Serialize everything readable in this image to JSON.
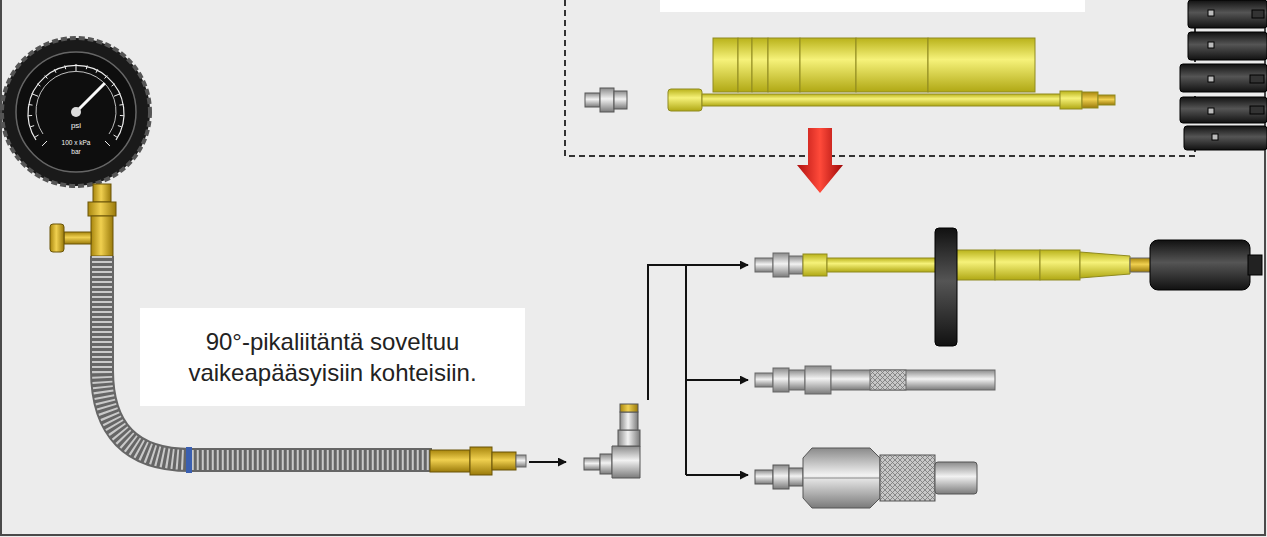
{
  "diagram": {
    "nodes": [
      {
        "text": [
          "90°-pikaliitäntä soveltuu vaikeapääsyisiin kohteisiin."
        ]
      }
    ],
    "labels": [
      "psi",
      "100 x kPa",
      "bar"
    ]
  }
}
